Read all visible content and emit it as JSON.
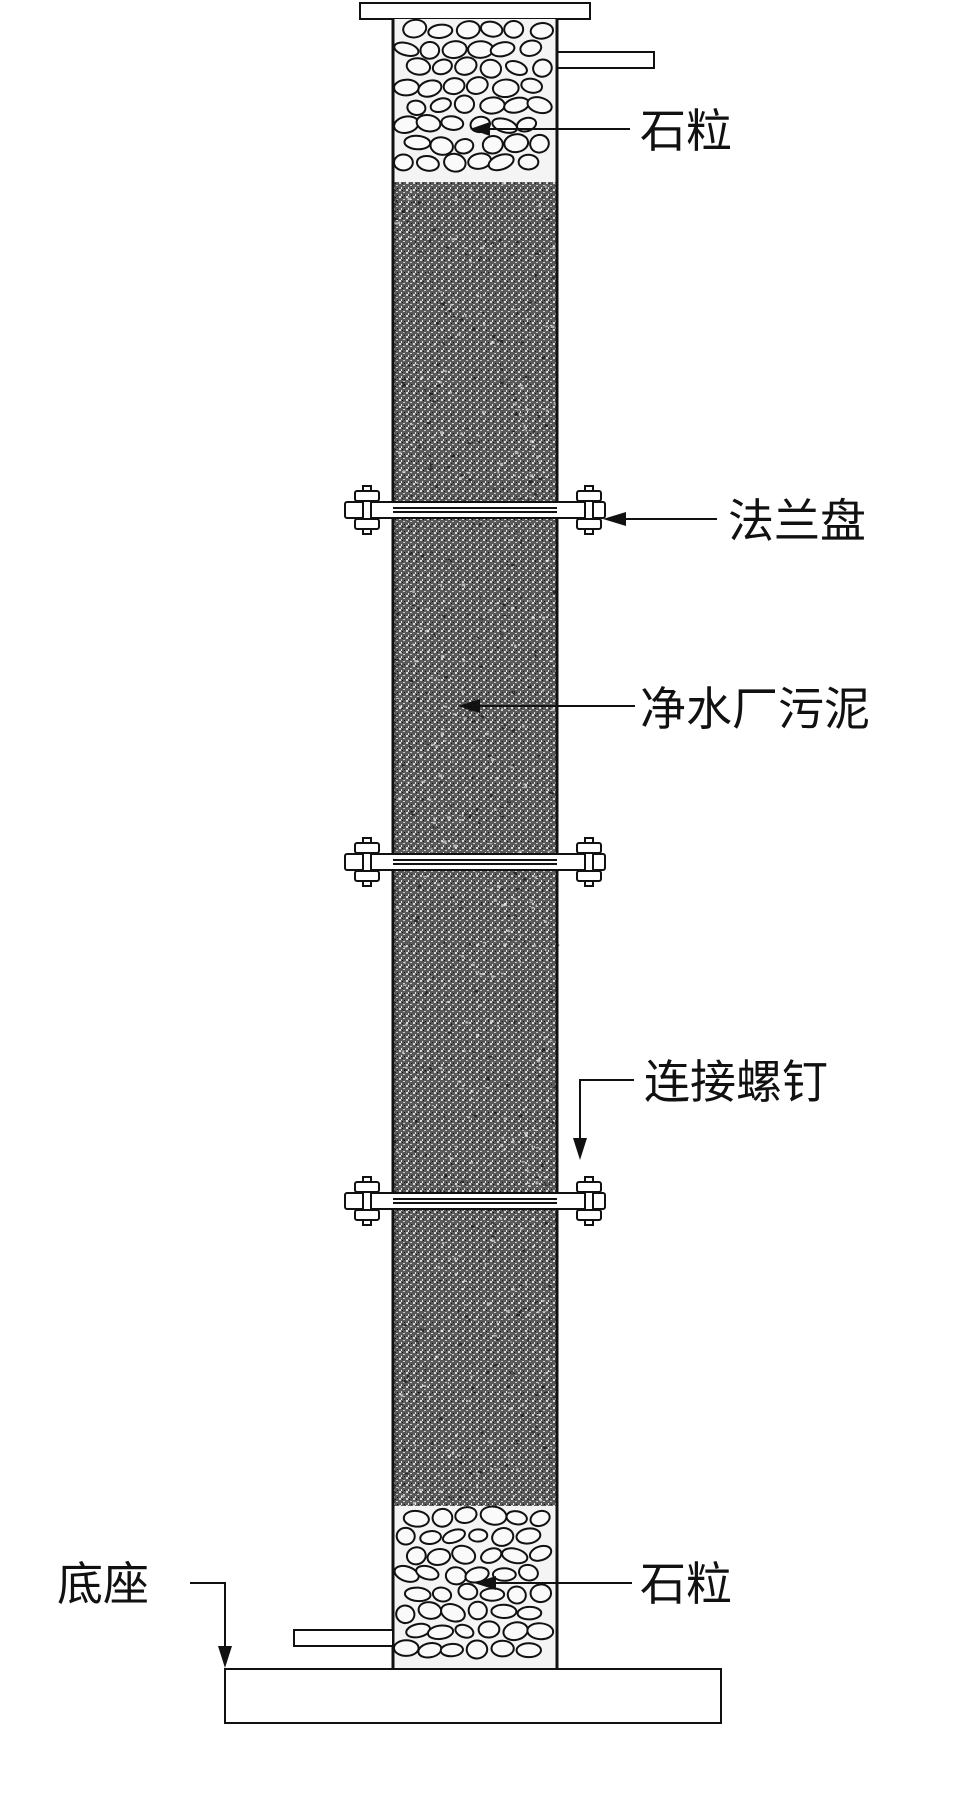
{
  "diagram": {
    "labels": {
      "top_gravel": "石粒",
      "flange": "法兰盘",
      "sludge": "净水厂污泥",
      "bolt": "连接螺钉",
      "bottom_gravel": "石粒",
      "base": "底座"
    },
    "colors": {
      "line": "#111111",
      "sludge_dark": "#2a2a2a",
      "gravel_fill": "#f4f4f4",
      "background": "#ffffff"
    }
  }
}
